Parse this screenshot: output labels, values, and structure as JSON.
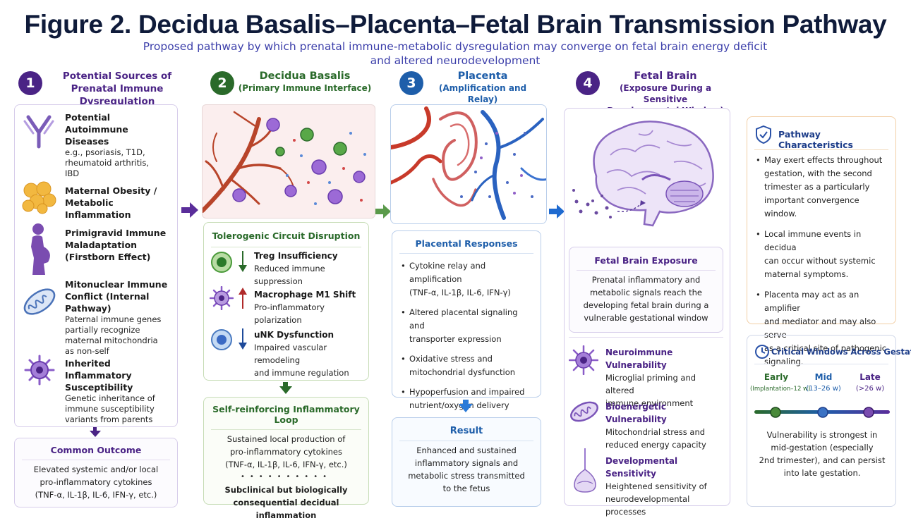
{
  "title": "Figure 2. Decidua Basalis–Placenta–Fetal Brain Transmission Pathway",
  "subtitle_line1": "Proposed pathway by which prenatal immune-metabolic dysregulation may converge on fetal brain energy deficit",
  "subtitle_line2": "and altered neurodevelopment",
  "columns": [
    {
      "num": "1",
      "title_l1": "Potential Sources of",
      "title_l2": "Prenatal Immune Dysregulation"
    },
    {
      "num": "2",
      "title_l1": "Decidua Basalis",
      "title_l2": "(Primary Immune Interface)"
    },
    {
      "num": "3",
      "title_l1": "Placenta",
      "title_l2": "(Amplification and Relay)"
    },
    {
      "num": "4",
      "title_l1": "Fetal Brain",
      "title_l2": "(Exposure During a Sensitive",
      "title_l3": "Developmental Window)"
    }
  ],
  "sources": [
    {
      "name_l1": "Potential Autoimmune",
      "name_l2": "Diseases",
      "desc": [
        "e.g., psoriasis, T1D,",
        "rheumatoid arthritis,",
        "IBD"
      ]
    },
    {
      "name_l1": "Maternal Obesity /",
      "name_l2": "Metabolic Inflammation",
      "desc": []
    },
    {
      "name_l1": "Primigravid Immune",
      "name_l2": "Maladaptation",
      "name_l3": "(Firstborn Effect)",
      "desc": []
    },
    {
      "name_l1": "Mitonuclear Immune",
      "name_l2": "Conflict (Internal Pathway)",
      "desc": [
        "Paternal immune genes",
        "partially recognize",
        "maternal mitochondria",
        "as non-self"
      ]
    },
    {
      "name_l1": "Inherited Inflammatory",
      "name_l2": "Susceptibility",
      "desc": [
        "Genetic inheritance of",
        "immune susceptibility",
        "variants from parents"
      ]
    }
  ],
  "common_outcome": {
    "title": "Common Outcome",
    "lines": [
      "Elevated systemic and/or local",
      "pro-inflammatory cytokines",
      "(TNF-α, IL-1β, IL-6, IFN-γ, etc.)"
    ]
  },
  "tolerogenic": {
    "title": "Tolerogenic Circuit Disruption",
    "items": [
      {
        "name": "Treg Insufficiency",
        "desc": [
          "Reduced immune suppression"
        ]
      },
      {
        "name": "Macrophage M1 Shift",
        "desc": [
          "Pro-inflammatory polarization"
        ]
      },
      {
        "name": "uNK Dysfunction",
        "desc": [
          "Impaired vascular remodeling",
          "and immune regulation"
        ]
      }
    ]
  },
  "loop": {
    "title": "Self-reinforcing Inflammatory Loop",
    "lines": [
      "Sustained local production of",
      "pro-inflammatory cytokines",
      "(TNF-α, IL-1β, IL-6, IFN-γ, etc.)"
    ],
    "bold_l1": "Subclinical but biologically",
    "bold_l2": "consequential decidual inflammation"
  },
  "placental_responses": {
    "title": "Placental Responses",
    "items": [
      [
        "Cytokine relay and amplification",
        "(TNF-α, IL-1β, IL-6, IFN-γ)"
      ],
      [
        "Altered placental signaling and",
        "transporter expression"
      ],
      [
        "Oxidative stress and",
        "mitochondrial dysfunction"
      ],
      [
        "Hypoperfusion and impaired",
        "nutrient/oxygen delivery"
      ]
    ]
  },
  "result": {
    "title": "Result",
    "lines": [
      "Enhanced and sustained",
      "inflammatory signals and",
      "metabolic stress transmitted",
      "to the fetus"
    ]
  },
  "fetal_exposure": {
    "title": "Fetal Brain Exposure",
    "lines": [
      "Prenatal inflammatory and",
      "metabolic signals reach the",
      "developing fetal brain during a",
      "vulnerable gestational window"
    ]
  },
  "vulnerabilities": [
    {
      "name": "Neuroimmune Vulnerability",
      "desc": [
        "Microglial priming and altered",
        "immune environment"
      ]
    },
    {
      "name": "Bioenergetic Vulnerability",
      "desc": [
        "Mitochondrial stress and",
        "reduced energy capacity"
      ]
    },
    {
      "name": "Developmental Sensitivity",
      "desc": [
        "Heightened sensitivity of",
        "neurodevelopmental processes"
      ]
    }
  ],
  "characteristics": {
    "title": "Pathway Characteristics",
    "items": [
      [
        "May exert effects throughout",
        "gestation, with the second",
        "trimester as a particularly",
        "important convergence window."
      ],
      [
        "Local immune events in decidua",
        "can occur without systemic",
        "maternal symptoms."
      ],
      [
        "Placenta may act as an amplifier",
        "and mediator and may also serve",
        "as a critical site of pathogenic",
        "signaling."
      ]
    ]
  },
  "windows": {
    "title": "Critical Windows Across Gestation",
    "stages": [
      {
        "label": "Early",
        "range": "(Implantation–12 w)"
      },
      {
        "label": "Mid",
        "range": "(13–26 w)"
      },
      {
        "label": "Late",
        "range": "(>26 w)"
      }
    ],
    "lines": [
      "Vulnerability is strongest in",
      "mid-gestation (especially",
      "2nd trimester), and can persist",
      "into late gestation."
    ]
  },
  "colors": {
    "purple": "#4a2385",
    "green": "#2a6a2a",
    "blue": "#1e5eaa",
    "navy": "#0f1b3a"
  }
}
